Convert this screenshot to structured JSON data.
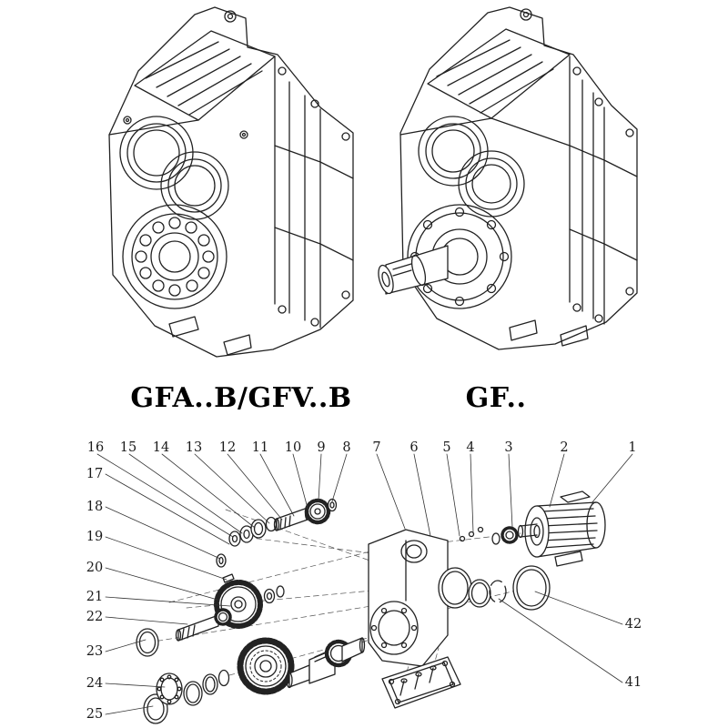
{
  "page": {
    "background": "#ffffff",
    "line_color": "#222222"
  },
  "products": {
    "left": {
      "label": "GFA..B/GFV..B"
    },
    "right": {
      "label": "GF.."
    }
  },
  "exploded": {
    "callouts_top": [
      "16",
      "15",
      "14",
      "13",
      "12",
      "11",
      "10",
      "9",
      "8",
      "7",
      "6",
      "5",
      "4",
      "3",
      "2",
      "1"
    ],
    "callouts_left": [
      "17",
      "18",
      "19",
      "20",
      "21",
      "22",
      "23",
      "24",
      "25"
    ],
    "callouts_right": [
      "42",
      "41"
    ]
  }
}
